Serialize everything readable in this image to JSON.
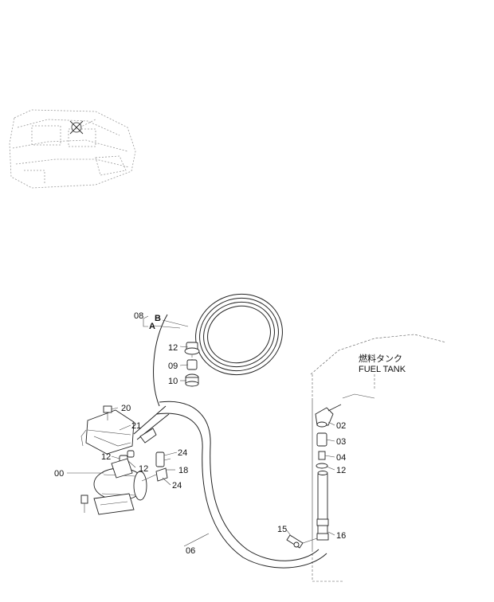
{
  "callouts": {
    "c00": "00",
    "c02": "02",
    "c03": "03",
    "c04": "04",
    "c06": "06",
    "c08": "08",
    "c09": "09",
    "c10": "10",
    "c12a": "12",
    "c12b": "12",
    "c12c": "12",
    "c12d": "12",
    "c15": "15",
    "c16": "16",
    "c18": "18",
    "c20": "20",
    "c21": "21",
    "c24a": "24",
    "c24b": "24"
  },
  "markers": {
    "A": "A",
    "B": "B"
  },
  "fuel_tank": {
    "jp": "燃料タンク",
    "en": "FUEL  TANK"
  }
}
